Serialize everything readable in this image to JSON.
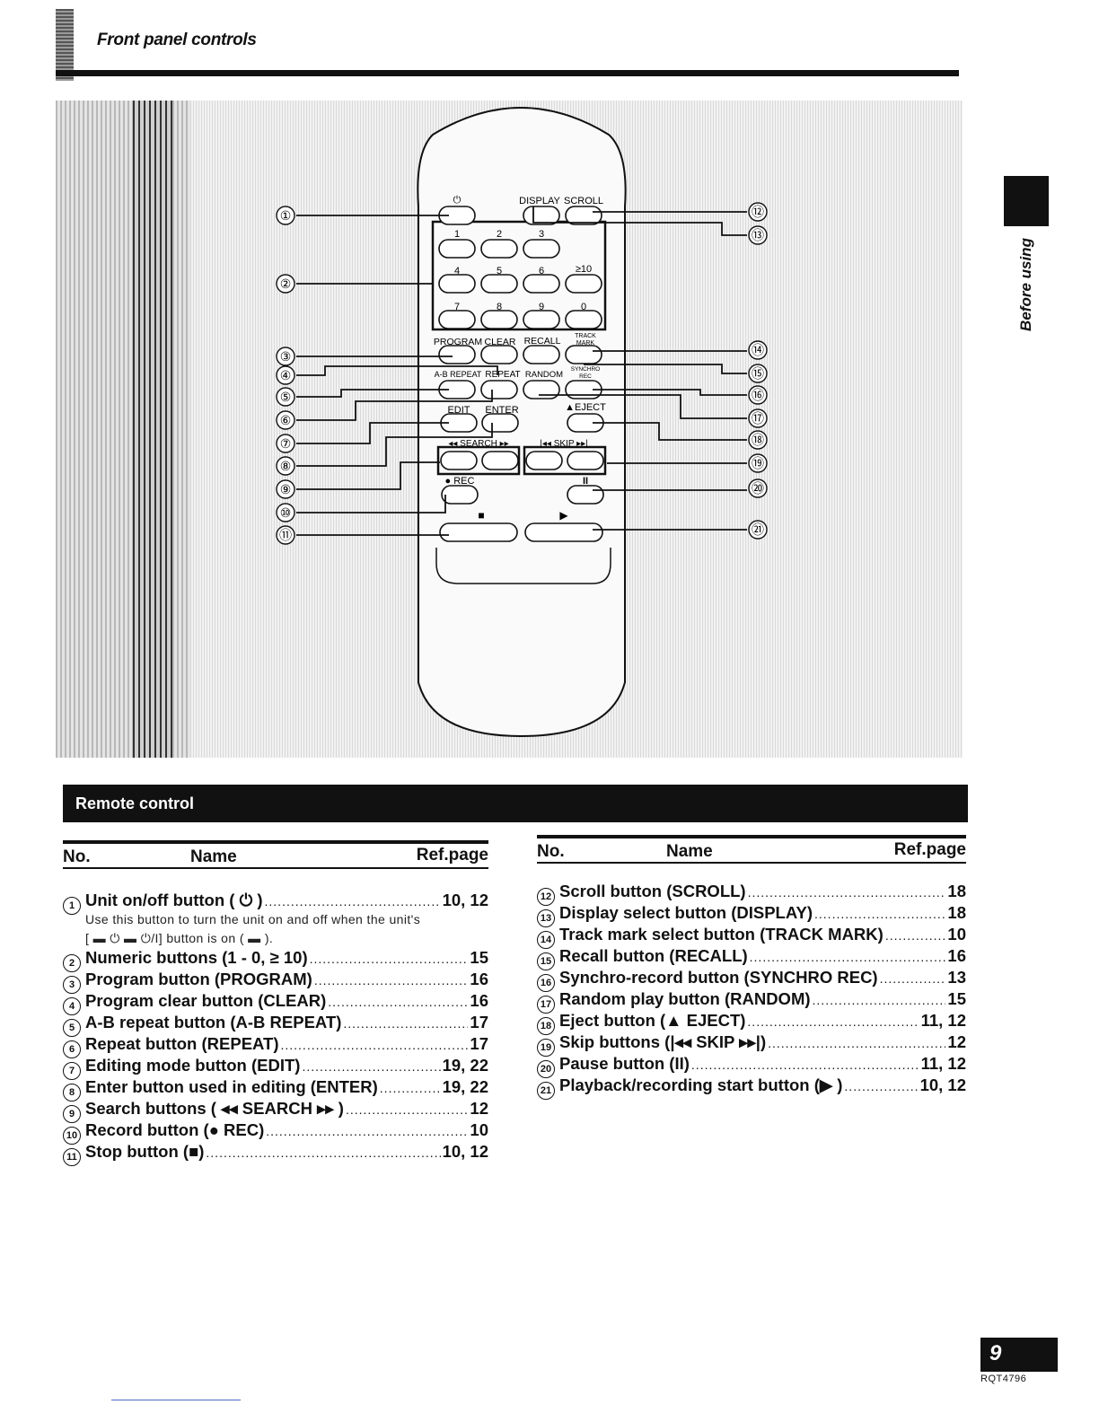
{
  "header": {
    "title": "Front panel controls"
  },
  "side_tab": {
    "label": "Before using"
  },
  "figure": {
    "callouts": [
      "①",
      "②",
      "③",
      "④",
      "⑤",
      "⑥",
      "⑦",
      "⑧",
      "⑨",
      "⑩",
      "⑪",
      "⑫",
      "⑬",
      "⑭",
      "⑮",
      "⑯",
      "⑰",
      "⑱",
      "⑲",
      "⑳",
      "㉑"
    ],
    "labels": {
      "power": "⏻",
      "display": "DISPLAY",
      "scroll": "SCROLL",
      "n1": "1",
      "n2": "2",
      "n3": "3",
      "n4": "4",
      "n5": "5",
      "n6": "6",
      "n10": "≥10",
      "n7": "7",
      "n8": "8",
      "n9": "9",
      "n0": "0",
      "program": "PROGRAM",
      "clear": "CLEAR",
      "recall": "RECALL",
      "track": "TRACK",
      "mark": "MARK",
      "ab_repeat": "A-B REPEAT",
      "repeat": "REPEAT",
      "random": "RANDOM",
      "synchro": "SYNCHRO",
      "rec_small": "REC",
      "edit": "EDIT",
      "enter": "ENTER",
      "eject": "▲EJECT",
      "search": "◂◂ SEARCH ▸▸",
      "skip": "|◂◂ SKIP ▸▸|",
      "rec": "● REC",
      "pause": "II",
      "stop": "■",
      "play": "▶"
    }
  },
  "section": {
    "title": "Remote control"
  },
  "table_left": {
    "headers": {
      "no": "No.",
      "name": "Name",
      "ref": "Ref.page"
    },
    "rows": [
      {
        "n": "1",
        "label": "Unit on/off button ( ⏻ )",
        "ref": "10, 12"
      },
      {
        "n": "2",
        "label": "Numeric buttons (1 - 0, ≥ 10)",
        "ref": "15"
      },
      {
        "n": "3",
        "label": "Program button (PROGRAM)",
        "ref": "16"
      },
      {
        "n": "4",
        "label": "Program clear button (CLEAR)",
        "ref": "16"
      },
      {
        "n": "5",
        "label": "A-B repeat button (A-B REPEAT)",
        "ref": "17"
      },
      {
        "n": "6",
        "label": "Repeat button (REPEAT)",
        "ref": "17"
      },
      {
        "n": "7",
        "label": "Editing mode button (EDIT)",
        "ref": "19, 22"
      },
      {
        "n": "8",
        "label": "Enter button used in editing (ENTER)",
        "ref": "19, 22"
      },
      {
        "n": "9",
        "label": "Search buttons ( ◂◂ SEARCH ▸▸ )",
        "ref": "12"
      },
      {
        "n": "10",
        "label": "Record button (● REC)",
        "ref": "10"
      },
      {
        "n": "11",
        "label": "Stop button (■)",
        "ref": "10, 12"
      }
    ],
    "note_line1": "Use this button to turn the unit on and off when the unit's",
    "note_line2": "[ ▬ ⏻ ▬ ⏻/I] button is on ( ▬ )."
  },
  "table_right": {
    "headers": {
      "no": "No.",
      "name": "Name",
      "ref": "Ref.page"
    },
    "rows": [
      {
        "n": "12",
        "label": "Scroll button (SCROLL)",
        "ref": "18"
      },
      {
        "n": "13",
        "label": "Display select button (DISPLAY)",
        "ref": "18"
      },
      {
        "n": "14",
        "label": "Track mark select button (TRACK MARK)",
        "ref": "10"
      },
      {
        "n": "15",
        "label": "Recall button (RECALL)",
        "ref": "16"
      },
      {
        "n": "16",
        "label": "Synchro-record button (SYNCHRO REC)",
        "ref": "13"
      },
      {
        "n": "17",
        "label": "Random play button (RANDOM)",
        "ref": "15"
      },
      {
        "n": "18",
        "label": "Eject button (▲ EJECT)",
        "ref": "11, 12"
      },
      {
        "n": "19",
        "label": "Skip buttons (|◂◂ SKIP ▸▸|)",
        "ref": "12"
      },
      {
        "n": "20",
        "label": "Pause button (II)",
        "ref": "11, 12"
      },
      {
        "n": "21",
        "label": "Playback/recording start button (▶ )",
        "ref": "10, 12"
      }
    ]
  },
  "footer": {
    "page": "9",
    "code": "RQT4796"
  }
}
